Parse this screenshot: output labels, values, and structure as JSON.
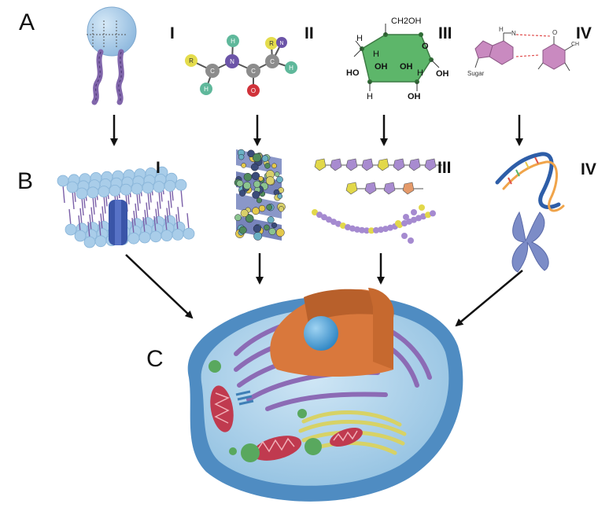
{
  "rows": {
    "a": "A",
    "b": "B",
    "c": "C"
  },
  "roman_a": {
    "i": "I",
    "ii": "II",
    "iii": "III",
    "iv": "IV"
  },
  "roman_b": {
    "i": "I",
    "iii": "III",
    "iv": "IV"
  },
  "atoms": {
    "carbon": "C",
    "hydrogen": "H",
    "nitrogen": "N",
    "oxygen": "O",
    "r_group": "R",
    "ch2oh": "CH2OH",
    "oh": "OH",
    "sugar": "Sugar"
  },
  "colors": {
    "membrane_blue": "#a9cde9",
    "lipid_purple": "#8468b1",
    "glucose_green": "#5db66a",
    "base_pink": "#c98ac0",
    "cell_blue": "#4f8cc2",
    "nucleus_orange": "#d9783c",
    "nucleolus_blue": "#4aa3d9",
    "er_purple": "#8c6bb5",
    "mito_red": "#c03a4f",
    "golgi_yellow": "#d7d266",
    "vesicle_green": "#59a85e"
  }
}
